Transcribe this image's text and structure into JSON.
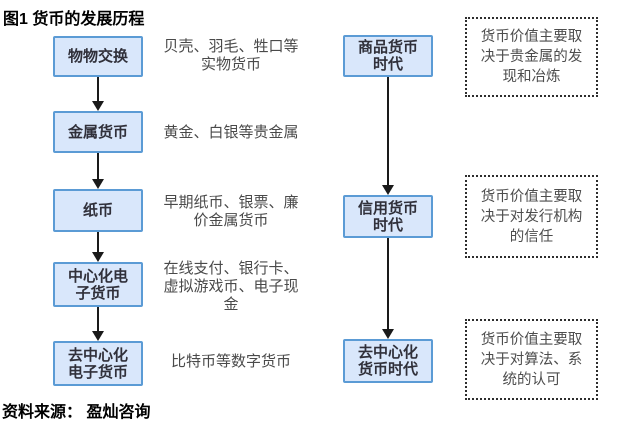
{
  "title": "图1 货币的发展历程",
  "source": "资料来源： 盈灿咨询",
  "colors": {
    "box_fill": "#D9E7FB",
    "box_border": "#5B9BD5",
    "arrow": "#1A1A1A"
  },
  "flow": {
    "stages": [
      {
        "label": "物物交换",
        "description": "贝壳、羽毛、牲口等\n实物货币"
      },
      {
        "label": "金属货币",
        "description": "黄金、白银等贵金属"
      },
      {
        "label": "纸币",
        "description": "早期纸币、银票、廉\n价金属货币"
      },
      {
        "label": "中心化电\n子货币",
        "description": "在线支付、银行卡、\n虚拟游戏币、电子现\n金"
      },
      {
        "label": "去中心化\n电子货币",
        "description": "比特币等数字货币"
      }
    ]
  },
  "eras": [
    {
      "label": "商品货币\n时代",
      "note": "货币价值主要取\n决于贵金属的发\n现和冶炼"
    },
    {
      "label": "信用货币\n时代",
      "note": "货币价值主要取\n决于对发行机构\n的信任"
    },
    {
      "label": "去中心化\n货币时代",
      "note": "货币价值主要取\n决于对算法、系\n统的认可"
    }
  ]
}
